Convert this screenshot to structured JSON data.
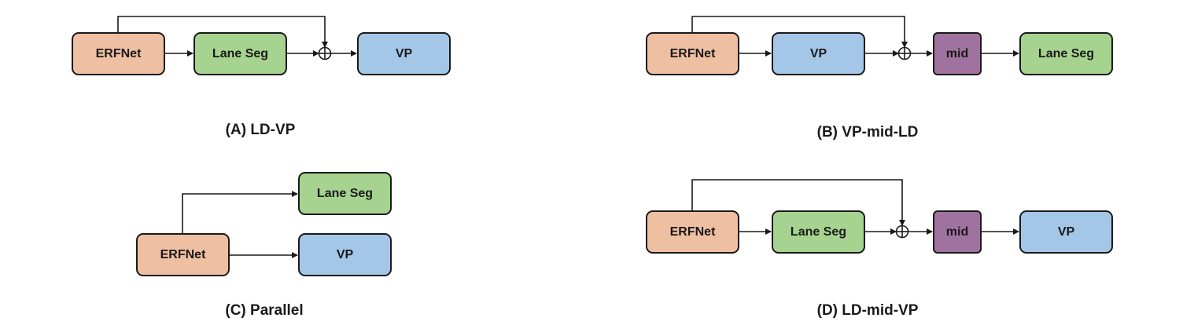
{
  "colors": {
    "erfnet": "#efbfa2",
    "lane_seg": "#a6d38f",
    "vp": "#a4c7e8",
    "mid": "#a0729f",
    "stroke": "#1a1a1a"
  },
  "panels": {
    "a": {
      "caption": "(A) LD-VP",
      "nodes": {
        "erfnet": "ERFNet",
        "lane_seg": "Lane Seg",
        "vp": "VP"
      }
    },
    "b": {
      "caption": "(B) VP-mid-LD",
      "nodes": {
        "erfnet": "ERFNet",
        "vp": "VP",
        "mid": "mid",
        "lane_seg": "Lane Seg"
      }
    },
    "c": {
      "caption": "(C) Parallel",
      "nodes": {
        "erfnet": "ERFNet",
        "lane_seg": "Lane Seg",
        "vp": "VP"
      }
    },
    "d": {
      "caption": "(D) LD-mid-VP",
      "nodes": {
        "erfnet": "ERFNet",
        "lane_seg": "Lane Seg",
        "mid": "mid",
        "vp": "VP"
      }
    }
  }
}
